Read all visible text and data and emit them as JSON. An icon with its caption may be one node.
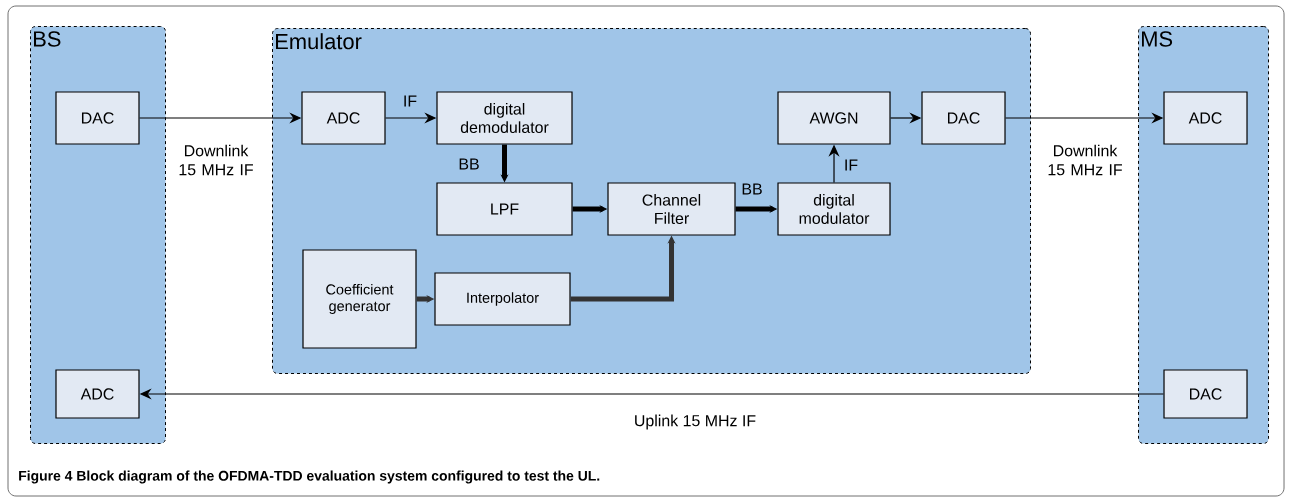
{
  "diagram": {
    "caption": "Figure 4 Block diagram of the OFDMA-TDD evaluation system configured to test the UL.",
    "nodes": [
      {
        "text": [
          "BS"
        ]
      },
      {
        "text": [
          "DAC"
        ],
        "in": 0
      },
      {
        "text": [
          "ADC"
        ],
        "in": 0
      },
      {
        "text": [
          "Emulator"
        ]
      },
      {
        "text": [
          "ADC"
        ],
        "in": 3
      },
      {
        "text": [
          "digital demodulator"
        ],
        "in": 3
      },
      {
        "text": [
          "LPF"
        ],
        "in": 3
      },
      {
        "text": [
          "Channel Filter"
        ],
        "in": 3
      },
      {
        "text": [
          "Coefficient generator"
        ],
        "in": 3
      },
      {
        "text": [
          "Interpolator"
        ],
        "in": 3
      },
      {
        "text": [
          "digital modulator"
        ],
        "in": 3
      },
      {
        "text": [
          "AWGN"
        ],
        "in": 3
      },
      {
        "text": [
          "DAC"
        ],
        "in": 3
      },
      {
        "text": [
          "MS"
        ]
      },
      {
        "text": [
          "ADC"
        ],
        "in": 13
      },
      {
        "text": [
          "DAC"
        ],
        "in": 13
      }
    ],
    "edges": [
      {
        "from": 1,
        "to": 4,
        "arrow": "to",
        "label": "Downlink 15 MHz IF"
      },
      {
        "from": 4,
        "to": 5,
        "arrow": "to",
        "label": "IF"
      },
      {
        "from": 5,
        "to": 6,
        "arrow": "to",
        "label": "BB",
        "style": "thick"
      },
      {
        "from": 6,
        "to": 7,
        "arrow": "to",
        "style": "thick"
      },
      {
        "from": 8,
        "to": 9,
        "arrow": "to",
        "style": "thick",
        "color": "#333333"
      },
      {
        "from": 9,
        "to": 7,
        "arrow": "to",
        "style": "thick",
        "color": "#333333"
      },
      {
        "from": 7,
        "to": 10,
        "arrow": "to",
        "label": "BB",
        "style": "thick"
      },
      {
        "from": 10,
        "to": 11,
        "arrow": "to",
        "label": "IF"
      },
      {
        "from": 11,
        "to": 12,
        "arrow": "to"
      },
      {
        "from": 12,
        "to": 14,
        "arrow": "to",
        "label": "Downlink 15 MHz IF"
      },
      {
        "from": 15,
        "to": 2,
        "arrow": "to",
        "label": "Uplink 15 MHz IF"
      }
    ]
  }
}
